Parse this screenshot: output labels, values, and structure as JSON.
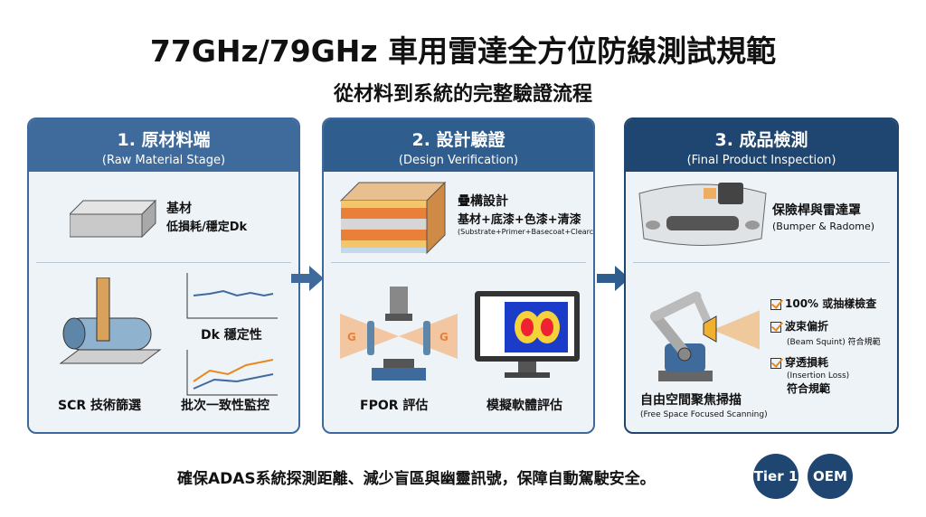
{
  "title": "77GHz/79GHz 車用雷達全方位防線測試規範",
  "subtitle": "從材料到系統的完整驗證流程",
  "panels": [
    {
      "title": "1. 原材料端",
      "subtitle": "(Raw Material Stage)",
      "top_label": "基材",
      "top_sub": "低損耗/穩定Dk",
      "dk_label": "Dk 穩定性",
      "scr_label": "SCR 技術篩選",
      "batch_label": "批次一致性監控"
    },
    {
      "title": "2. 設計驗證",
      "subtitle": "(Design Verification)",
      "top_label": "疊構設計",
      "top_sub": "基材+底漆+色漆+清漆",
      "top_en": "(Substrate+Primer+Basecoat+Clearcoat)",
      "fpor_label": "FPOR 評估",
      "sim_label": "模擬軟體評估",
      "g_label": "G"
    },
    {
      "title": "3. 成品檢測",
      "subtitle": "(Final Product Inspection)",
      "top_label": "保險桿與雷達罩",
      "top_sub": "(Bumper & Radome)",
      "scan_label": "自由空間聚焦掃描",
      "scan_en": "(Free Space Focused Scanning)",
      "checks": [
        {
          "title": "100% 或抽樣檢查",
          "sub": ""
        },
        {
          "title": "波束偏折",
          "sub": "(Beam Squint) 符合規範"
        },
        {
          "title": "穿透損耗",
          "sub": "(Insertion Loss)",
          "sub2": "符合規範"
        }
      ]
    }
  ],
  "footer": "確保ADAS系統探測距離、減少盲區與幽靈訊號，保障自動駕駛安全。",
  "badges": [
    "Tier 1",
    "OEM"
  ],
  "colors": {
    "head1": "#3f6b9c",
    "head2": "#2f5d8e",
    "head3": "#1f4670",
    "accent": "#e8891f"
  }
}
